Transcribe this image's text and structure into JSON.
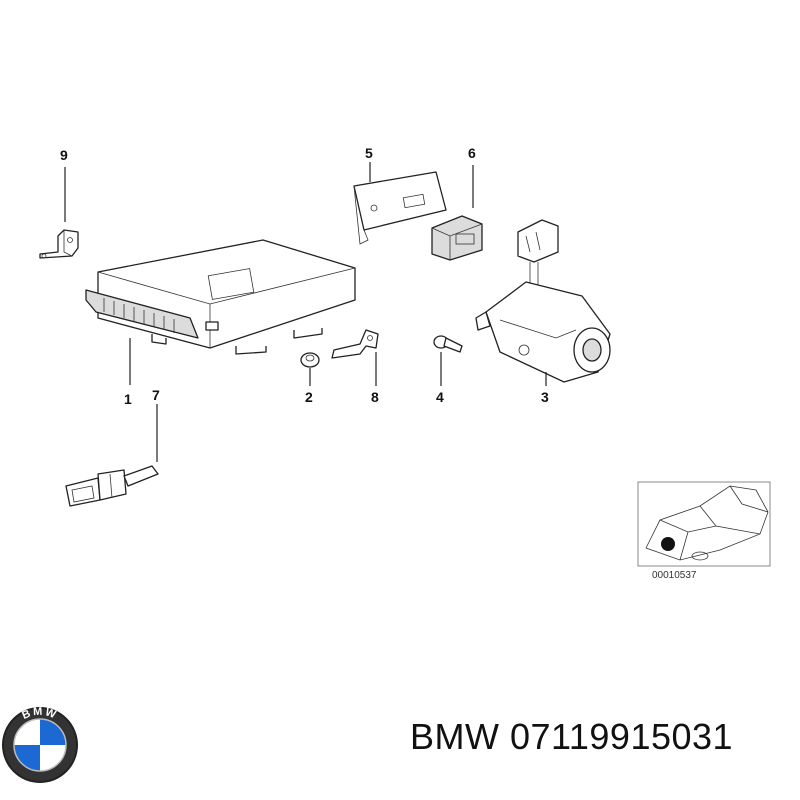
{
  "diagram": {
    "callouts": {
      "c1": "1",
      "c2": "2",
      "c3": "3",
      "c4": "4",
      "c5": "5",
      "c6": "6",
      "c7": "7",
      "c8": "8",
      "c9": "9"
    },
    "reference_code": "00010537"
  },
  "logo": {
    "text": "BMW",
    "icon": "bmw-roundel",
    "colors": {
      "blue": "#1c69d4",
      "black": "#111111",
      "white": "#ffffff"
    }
  },
  "part": {
    "title": "BMW 07119915031"
  }
}
